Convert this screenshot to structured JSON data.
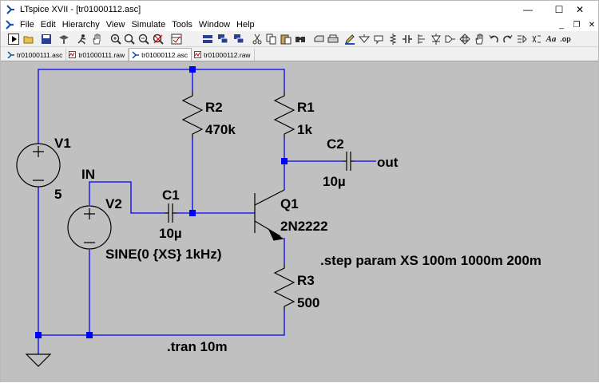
{
  "window": {
    "title": "LTspice XVII - [tr01000112.asc]"
  },
  "window_controls": {
    "minimize": "—",
    "maximize": "☐",
    "close": "✕"
  },
  "menu": [
    "File",
    "Edit",
    "Hierarchy",
    "View",
    "Simulate",
    "Tools",
    "Window",
    "Help"
  ],
  "mdi_controls": {
    "minimize": "_",
    "restore": "❐",
    "close": "✕"
  },
  "toolbar_icons": [
    "run-icon",
    "open-icon",
    "save-icon",
    "settings-icon",
    "halt-icon",
    "pan-icon",
    "zoom-in-icon",
    "zoom-area-icon",
    "zoom-out-icon",
    "zoom-fit-icon",
    "tile-horizontal-icon",
    "tile-vertical-icon",
    "cascade-icon",
    "cut-icon",
    "copy-icon",
    "paste-icon",
    "find-icon",
    "print-preview-icon",
    "print-icon",
    "pencil-icon",
    "ground-icon",
    "label-icon",
    "resistor-icon",
    "capacitor-icon",
    "inductor-icon",
    "diode-icon",
    "component-icon",
    "move-icon",
    "drag-icon",
    "undo-icon",
    "redo-icon",
    "text-icon",
    "spice-directive-icon",
    "rotate-icon",
    "mirror-icon",
    "font-icon",
    "op-icon"
  ],
  "toolbar_text": {
    "text_tool": "Aa",
    "op_tool": ".op"
  },
  "tabs": [
    {
      "label": "tr01000111.asc",
      "type": "schematic",
      "active": false
    },
    {
      "label": "tr01000111.raw",
      "type": "waveform",
      "active": false
    },
    {
      "label": "tr01000112.asc",
      "type": "schematic",
      "active": true
    },
    {
      "label": "tr01000112.raw",
      "type": "waveform",
      "active": false
    }
  ],
  "schematic": {
    "background": "#c0c0c0",
    "wire_color": "#0000ff",
    "symbol_color": "#000000",
    "components": {
      "v1": {
        "name": "V1",
        "value": "5"
      },
      "v2": {
        "name": "V2",
        "value": "SINE(0 {XS} 1kHz)"
      },
      "r1": {
        "name": "R1",
        "value": "1k"
      },
      "r2": {
        "name": "R2",
        "value": "470k"
      },
      "r3": {
        "name": "R3",
        "value": "500"
      },
      "c1": {
        "name": "C1",
        "value": "10µ"
      },
      "c2": {
        "name": "C2",
        "value": "10µ"
      },
      "q1": {
        "name": "Q1",
        "value": "2N2222"
      }
    },
    "net_labels": {
      "in": "IN",
      "out": "out"
    },
    "directives": {
      "step": ".step param XS 100m 1000m 200m",
      "tran": ".tran 10m"
    }
  }
}
